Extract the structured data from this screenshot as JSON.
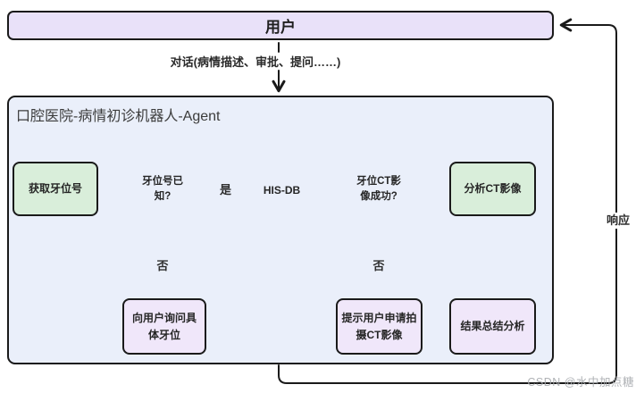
{
  "user": {
    "label": "用户"
  },
  "agent": {
    "title": "口腔医院-病情初诊机器人-Agent",
    "nodes": {
      "get_tooth_no": "获取牙位号",
      "tooth_no_known": "牙位号已知?",
      "his_db": "HIS-DB",
      "ct_image_ok": "牙位CT影像成功?",
      "analyze_ct": "分析CT影像",
      "ask_user_tooth": "向用户询问具体牙位",
      "prompt_user_ct": "提示用户申请拍摄CT影像",
      "result_summary": "结果总结分析"
    }
  },
  "edge_labels": {
    "dialog": "对话(病情描述、审批、提问……)",
    "yes": "是",
    "no_left": "否",
    "no_right": "否",
    "response": "响应"
  },
  "watermark": "CSDN @水中加点糖",
  "colors": {
    "user_box_fill": "#e9e1f9",
    "agent_container_fill": "#eaeffa",
    "process_fill": "#d9eeda",
    "decision_fill": "#faf0cb",
    "result_fill": "#f0e7fa",
    "line": "#1a1a1a"
  }
}
